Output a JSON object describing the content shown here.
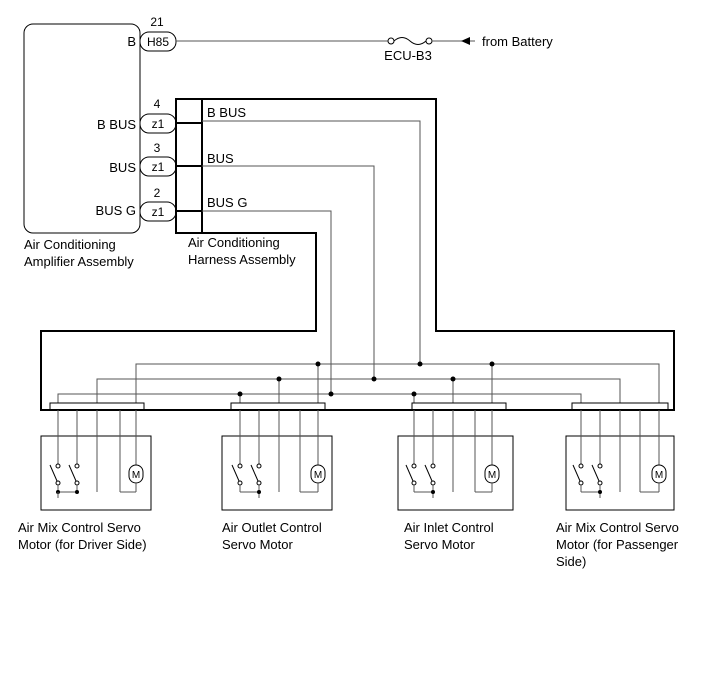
{
  "amplifier": {
    "name_line1": "Air Conditioning",
    "name_line2": "Amplifier Assembly",
    "pins": [
      {
        "terminal": "B",
        "pin": "21",
        "connector": "H85"
      },
      {
        "terminal": "B BUS",
        "pin": "4",
        "connector": "z1"
      },
      {
        "terminal": "BUS",
        "pin": "3",
        "connector": "z1"
      },
      {
        "terminal": "BUS G",
        "pin": "2",
        "connector": "z1"
      }
    ]
  },
  "fuse": {
    "label": "ECU-B3"
  },
  "battery": {
    "label": "from Battery"
  },
  "harness": {
    "name_line1": "Air Conditioning",
    "name_line2": "Harness Assembly",
    "wires": [
      "B BUS",
      "BUS",
      "BUS G"
    ]
  },
  "motors": [
    {
      "line1": "Air Mix Control Servo",
      "line2": "Motor (for Driver Side)",
      "line3": ""
    },
    {
      "line1": "Air Outlet Control",
      "line2": "Servo Motor",
      "line3": ""
    },
    {
      "line1": "Air Inlet Control",
      "line2": "Servo Motor",
      "line3": ""
    },
    {
      "line1": "Air Mix Control Servo",
      "line2": "Motor (for Passenger",
      "line3": "Side)"
    }
  ],
  "motor_symbol": "M"
}
